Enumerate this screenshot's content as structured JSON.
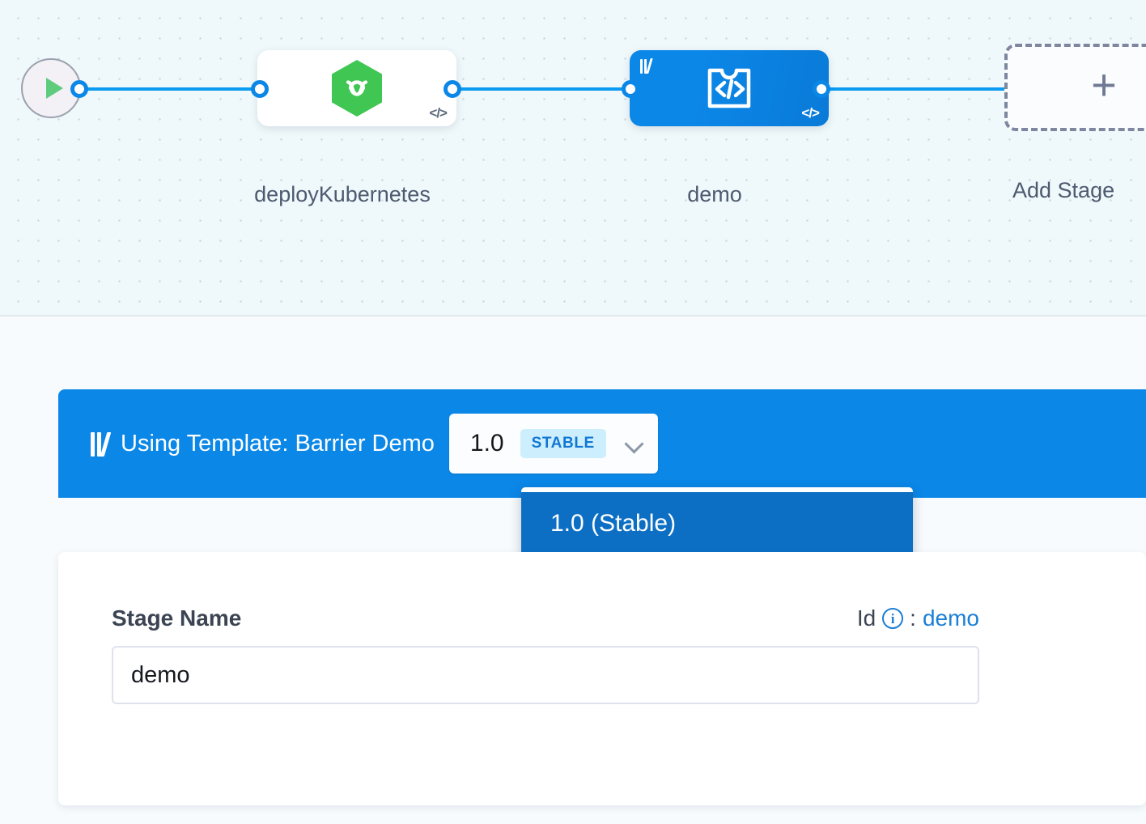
{
  "canvas": {
    "start_node": {
      "icon": "play-icon"
    },
    "nodes": [
      {
        "id": "deployKubernetes",
        "label": "deployKubernetes",
        "icon": "harness-kubernetes-hexagon-icon",
        "corner_icon": "code-icon",
        "selected": false
      },
      {
        "id": "demo",
        "label": "demo",
        "icon": "custom-stage-code-icon",
        "corner_icon": "code-icon",
        "template_icon": "template-library-icon",
        "selected": true
      }
    ],
    "add_stage": {
      "label": "Add Stage",
      "icon": "plus-icon"
    }
  },
  "template_bar": {
    "icon": "template-library-icon",
    "text": "Using Template: Barrier Demo",
    "version_selector": {
      "version": "1.0",
      "badge": "STABLE",
      "chevron": "chevron-down-icon",
      "options": [
        {
          "label": "1.0 (Stable)",
          "selected": true
        }
      ]
    }
  },
  "form": {
    "stage_name": {
      "label": "Stage Name",
      "value": "demo",
      "placeholder": "Stage Name"
    },
    "id": {
      "label": "Id",
      "info_icon": "info-icon",
      "separator": ":",
      "value": "demo"
    }
  },
  "colors": {
    "accent_blue": "#0b87e7",
    "dropdown_blue": "#0c6fc4",
    "badge_bg": "#cdeffd",
    "badge_text": "#1277d4",
    "canvas_bg": "#eff8fa",
    "panel_bg": "#f7fbfd",
    "node_green": "#3fc653",
    "play_green": "#5fcb7d",
    "label_gray": "#4d5a70"
  }
}
